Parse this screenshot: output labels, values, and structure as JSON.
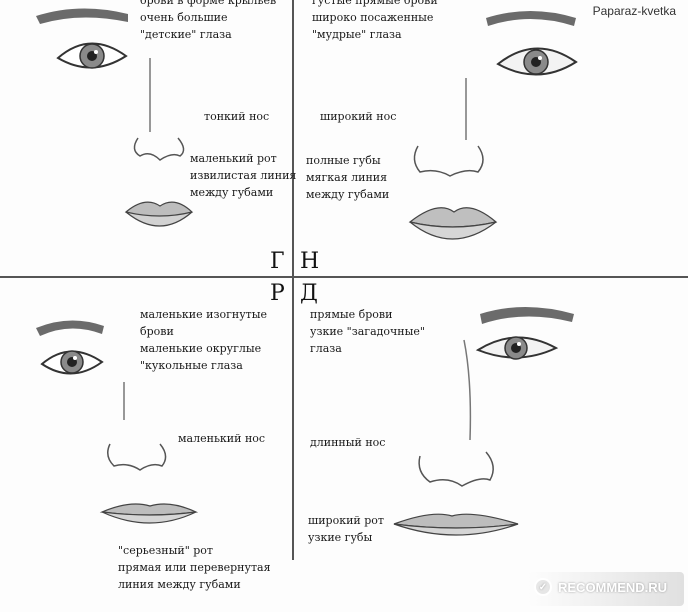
{
  "watermark": "Paparaz-kvetka",
  "badge": {
    "text": "RECOMMEND.RU",
    "icon": "recommend-logo-icon"
  },
  "quadrants": {
    "g": {
      "letter": "Г",
      "eyes_text": "брови в форме крыльев\nочень большие\n\"детские\" глаза",
      "nose_text": "тонкий нос",
      "mouth_text": "маленький рот\nизвилистая линия\nмежду губами"
    },
    "n": {
      "letter": "Н",
      "eyes_text": "густые прямые брови\nшироко посаженные\n\"мудрые\" глаза",
      "nose_text": "широкий нос",
      "mouth_text": "полные губы\nмягкая линия\nмежду губами"
    },
    "r": {
      "letter": "Р",
      "eyes_text": "маленькие изогнутые\nброви\nмаленькие округлые\n\"кукольные глаза",
      "nose_text": "маленький нос",
      "mouth_text": "\"серьезный\" рот\nпрямая или перевернутая\nлиния между губами"
    },
    "d": {
      "letter": "Д",
      "eyes_text": "прямые брови\nузкие \"загадочные\"\nглаза",
      "nose_text": "длинный нос",
      "mouth_text": "широкий рот\nузкие губы"
    }
  },
  "colors": {
    "divider": "#555555",
    "sketch": "#3a3a3a",
    "iris": "#7a7a7a"
  }
}
